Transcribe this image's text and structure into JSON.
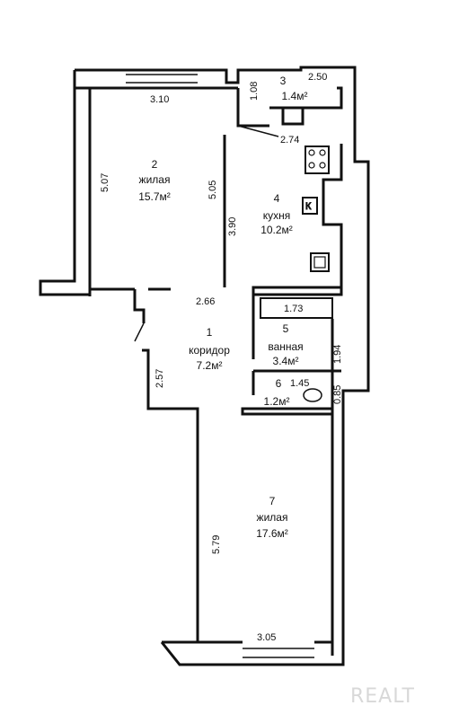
{
  "rooms": [
    {
      "num": "1",
      "name": "коридор",
      "area": "7.2м²"
    },
    {
      "num": "2",
      "name": "жилая",
      "area": "15.7м²"
    },
    {
      "num": "3",
      "name": "",
      "area": "1.4м²"
    },
    {
      "num": "4",
      "name": "кухня",
      "area": "10.2м²"
    },
    {
      "num": "5",
      "name": "ванная",
      "area": "3.4м²"
    },
    {
      "num": "6",
      "name": "",
      "area": "1.2м²"
    },
    {
      "num": "7",
      "name": "жилая",
      "area": "17.6м²"
    }
  ],
  "dimensions": [
    "3.10",
    "5.07",
    "5.05",
    "3.90",
    "2.50",
    "1.08",
    "2.74",
    "2.66",
    "1.73",
    "1.94",
    "1.45",
    "0.85",
    "2.57",
    "5.79",
    "3.05"
  ],
  "stove_label": "К",
  "watermark": "REALT",
  "colors": {
    "wall": "#111111",
    "background": "#ffffff",
    "watermark": "#d8d8d8"
  }
}
